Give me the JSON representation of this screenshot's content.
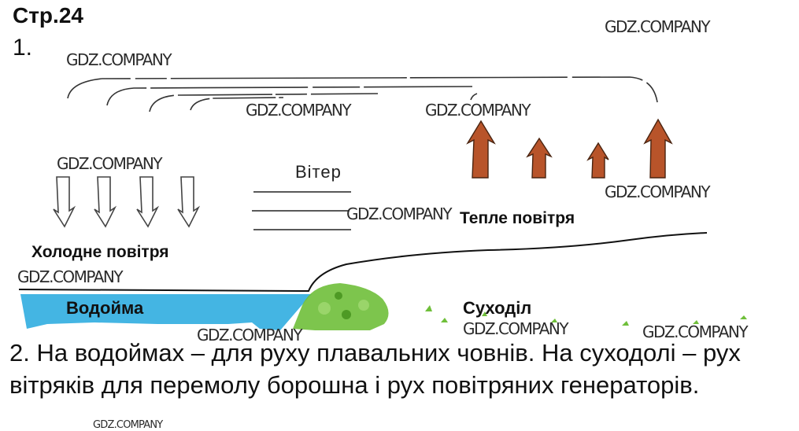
{
  "page_title": "Стр.24",
  "task_number": "1.",
  "diagram": {
    "wind_label": "Вітер",
    "cold_air_label": "Холодне повітря",
    "warm_air_label": "Тепле повітря",
    "water_label": "Водойма",
    "land_label": "Суходіл"
  },
  "answer_text": "2. На водоймах – для руху плавальних човнів. На суходолі – рух вітряків для перемолу борошна і рух повітряних генераторів.",
  "watermark_text": "GDZ.COMPANY",
  "colors": {
    "water": "#3ab1e2",
    "land": "#6fbf3a",
    "warm_arrow": "#b8542a",
    "ink": "#111111"
  }
}
